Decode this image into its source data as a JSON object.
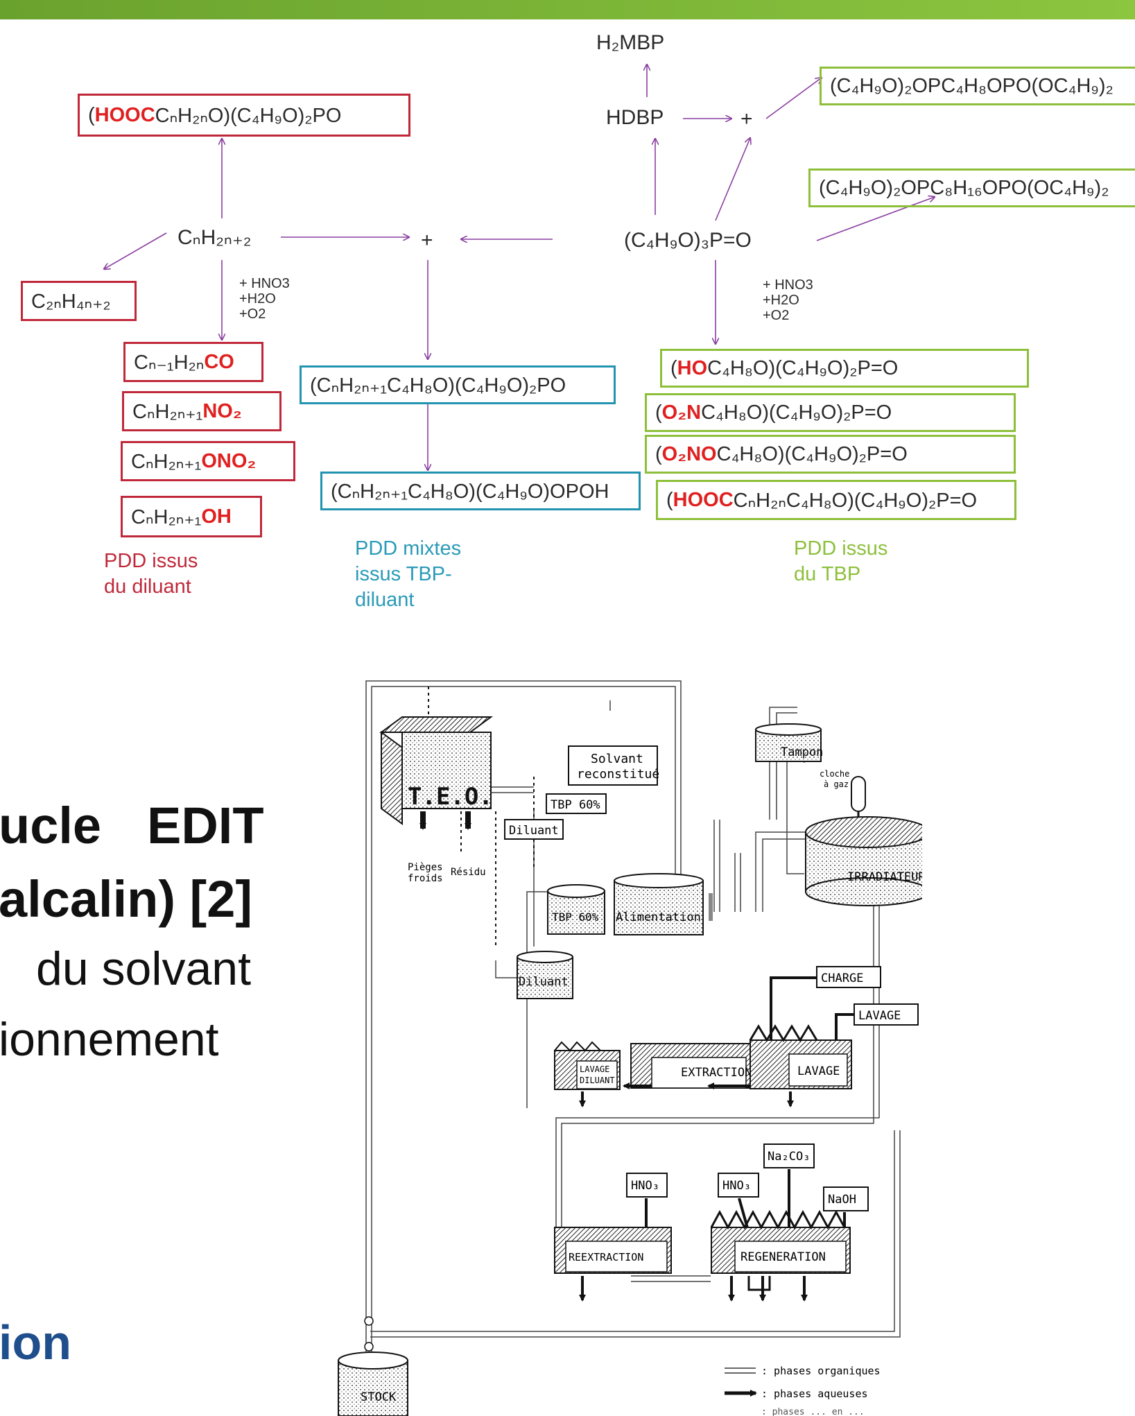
{
  "scheme": {
    "h2mbp": "H₂MBP",
    "hdbp": "HDBP",
    "plus_top": "+",
    "plus_mid": "+",
    "alkane": "CₙH₂ₙ₊₂",
    "tbp": "(C₄H₉O)₃P=O",
    "cond_left": "+ HNO3\n+H2O\n+O2",
    "cond_right": "+ HNO3\n+H2O\n+O2",
    "red_boxes": {
      "top": {
        "hl": "HOOC",
        "pre": "(",
        "post": "CₙH₂ₙO)(C₄H₉O)₂PO"
      },
      "c2n": "C₂ₙH₄ₙ₊₂",
      "co": {
        "pre": "Cₙ₋₁H₂ₙ",
        "hl": "CO"
      },
      "no2": {
        "pre": "CₙH₂ₙ₊₁",
        "hl": "NO₂"
      },
      "ono2": {
        "pre": "CₙH₂ₙ₊₁",
        "hl": "ONO₂"
      },
      "oh": {
        "pre": "CₙH₂ₙ₊₁",
        "hl": "OH"
      }
    },
    "blue_boxes": {
      "one": "(CₙH₂ₙ₊₁C₄H₈O)(C₄H₉O)₂PO",
      "two": "(CₙH₂ₙ₊₁C₄H₈O)(C₄H₉O)OPOH"
    },
    "green_boxes": {
      "g1": "(C₄H₉O)₂OPC₄H₈OPO(OC₄H₉)₂",
      "g2": "(C₄H₉O)₂OPC₈H₁₆OPO(OC₄H₉)₂",
      "g3": {
        "pre": "(",
        "hl": "HO",
        "post": "C₄H₈O)(C₄H₉O)₂P=O"
      },
      "g4": {
        "pre": "(",
        "hl": "O₂N",
        "post": "C₄H₈O)(C₄H₉O)₂P=O"
      },
      "g5": {
        "pre": "(",
        "hl": "O₂NO",
        "post": "C₄H₈O)(C₄H₉O)₂P=O"
      },
      "g6": {
        "pre": "(",
        "hl": "HOOC",
        "post": "CₙH₂ₙC₄H₈O)(C₄H₉O)₂P=O"
      }
    },
    "captions": {
      "red": "PDD issus\ndu diluant",
      "blue": "PDD mixtes\nissus TBP-\ndiluant",
      "green": "PDD issus\ndu TBP"
    },
    "colors": {
      "red": "#c0283a",
      "blue": "#2294b0",
      "green": "#8dbf3a",
      "accent": "#e02020",
      "arrow": "#8a3fa0",
      "topbar": "#7cb632"
    }
  },
  "slide_text": {
    "line1a": "ucle",
    "line1b": "EDIT",
    "line2": "alcalin) [2]",
    "line3": "du solvant",
    "line4": "ionnement",
    "line5": "ion"
  },
  "flowsheet": {
    "teo": "T.E.O.",
    "solvant": [
      "Solvant",
      "reconstitué"
    ],
    "tbp60_tag": "TBP 60%",
    "diluant_tag": "Diluant",
    "pieges": [
      "Pièges",
      "froids"
    ],
    "residu": "Résidu",
    "tbp60_tank": "TBP 60%",
    "alimentation": "Alimentation",
    "diluant_tank": "Diluant",
    "tampon": "Tampon",
    "cloche": [
      "cloche",
      "à gaz"
    ],
    "irradiateur": "IRRADIATEUR",
    "charge": "CHARGE",
    "lavage_tag": "LAVAGE",
    "lavage_diluant": [
      "LAVAGE",
      "DILUANT"
    ],
    "extraction": "EXTRACTION",
    "lavage": "LAVAGE",
    "na2co3": "Na₂CO₃",
    "hno3_a": "HNO₃",
    "hno3_b": "HNO₃",
    "naoh": "NaOH",
    "reextraction": "REEXTRACTION",
    "regeneration": "REGENERATION",
    "stock": "STOCK",
    "legend_org": ": phases organiques",
    "legend_aq": ": phases aqueuses",
    "legend_cut": ": phases ... en ..."
  }
}
